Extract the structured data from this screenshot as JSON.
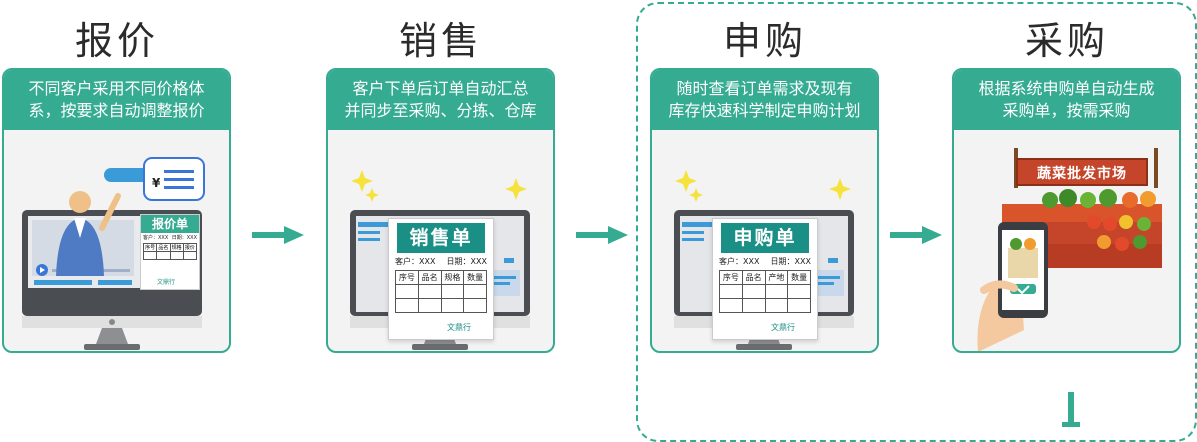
{
  "steps": [
    {
      "title": "报价",
      "desc": "不同客户采用不同价格体\n系，按要求自动调整报价"
    },
    {
      "title": "销售",
      "desc": "客户下单后订单自动汇总\n并同步至采购、分拣、仓库"
    },
    {
      "title": "申购",
      "desc": "随时查看订单需求及现有\n库存快速科学制定申购计划"
    },
    {
      "title": "采购",
      "desc": "根据系统申购单自动生成\n采购单，按需采购"
    }
  ],
  "quote_doc": {
    "title": "报价单",
    "customer": "客户：XXX",
    "date": "日期：XXX",
    "cols": [
      "序号",
      "品名",
      "规格",
      "报价"
    ],
    "currency": "¥"
  },
  "sales_doc": {
    "title": "销售单",
    "customer": "客户：XXX",
    "date": "日期：XXX",
    "cols": [
      "序号",
      "品名",
      "规格",
      "数量"
    ]
  },
  "purchase_doc": {
    "title": "申购单",
    "customer": "客户：XXX",
    "date": "日期：XXX",
    "cols": [
      "序号",
      "品名",
      "产地",
      "数量"
    ]
  },
  "market_sign": "蔬菜批发市场",
  "brand": "文鼎行",
  "colors": {
    "accent": "#35ab92",
    "dark_teal": "#1a8f86",
    "monitor": "#4a4d52",
    "sparkle": "#f6e23c"
  }
}
